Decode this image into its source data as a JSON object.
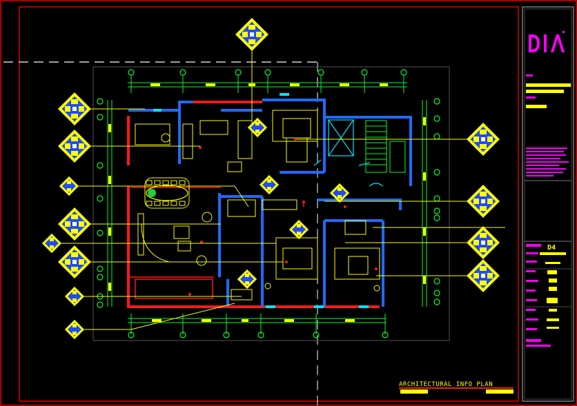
{
  "drawing": {
    "plan_title": "ARCHITECTURAL  INFO  PLAN",
    "logo_text": "DIA",
    "scale_mark": "D4"
  },
  "colors": {
    "background": "#000000",
    "frame": "#e00000",
    "wall_red": "#ff1a1a",
    "wall_blue": "#1e6bff",
    "furniture_yellow": "#ffff00",
    "dimension_green": "#00ff2a",
    "magenta": "#ff00ff",
    "cyan": "#00e5ff",
    "grey": "#7a7a7a",
    "white": "#ffffff",
    "tag_yellow": "#f4ff00"
  }
}
